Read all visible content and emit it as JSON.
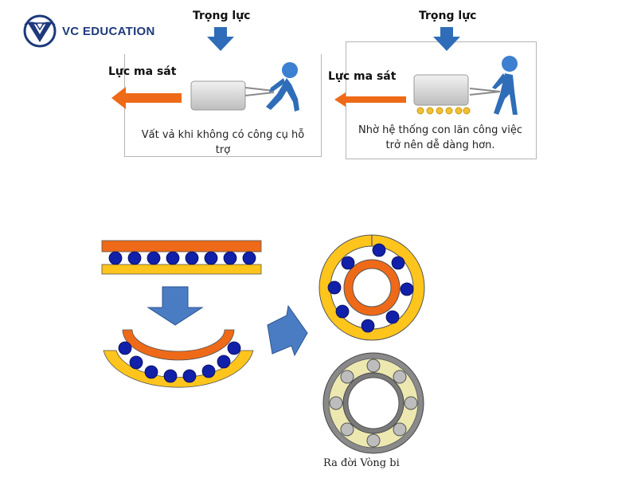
{
  "brand": {
    "name": "VC EDUCATION",
    "colors": {
      "navy": "#1e3a7d"
    }
  },
  "panels": [
    {
      "gravity_label": "Trọng lực",
      "friction_label": "Lực ma sát",
      "caption": "Vất vả khi không có công cụ hỗ trợ",
      "icons": [
        "down-arrow-icon",
        "left-arrow-icon",
        "box-icon",
        "pushing-person-icon"
      ]
    },
    {
      "gravity_label": "Trọng lực",
      "friction_label": "Lực ma sát",
      "caption": "Nhờ hệ thống con lăn công việc trở nên dễ dàng hơn.",
      "icons": [
        "down-arrow-icon",
        "left-arrow-icon",
        "box-on-rollers-icon",
        "pulling-person-icon"
      ]
    }
  ],
  "bearing_diagram": {
    "result_label": "Ra đời Vòng bi",
    "colors": {
      "orange": "#ee6a18",
      "yellow": "#ffc51c",
      "ball_blue": "#1020a8",
      "arrow_blue": "#4a7cc4",
      "grey_ring": "#8a8a8a",
      "cream": "#ece8b0"
    }
  }
}
